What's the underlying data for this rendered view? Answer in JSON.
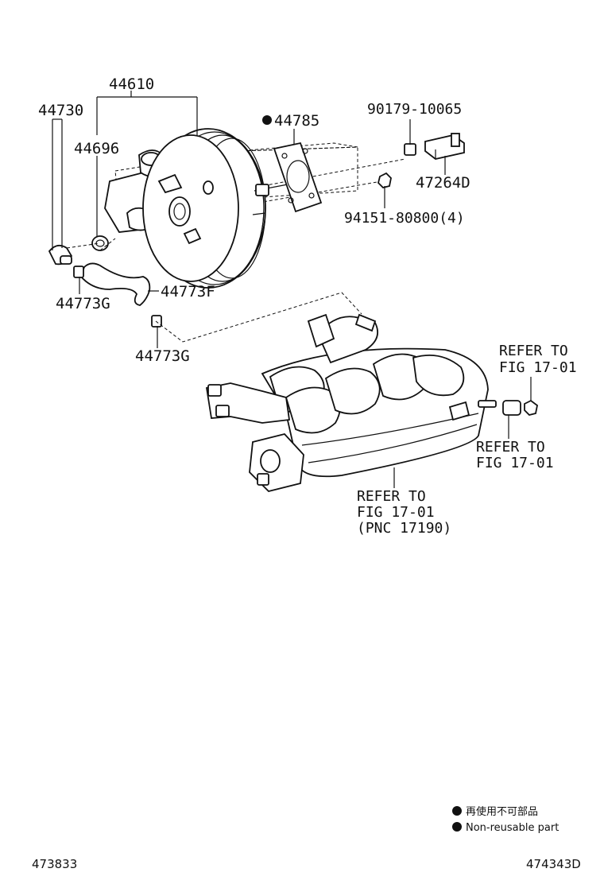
{
  "callouts": {
    "booster_assembly": "44610",
    "check_valve": "44730",
    "grommet": "44696",
    "gasket": "44785",
    "clip": "90179-10065",
    "bracket": "47264D",
    "nut": "94151-80800(4)",
    "union_upper": "44773G",
    "vacuum_hose": "44773F",
    "union_lower": "44773G",
    "refer_right_top": [
      "REFER TO",
      "FIG 17-01"
    ],
    "refer_right_mid": [
      "REFER TO",
      "FIG 17-01"
    ],
    "refer_manifold": [
      "REFER TO",
      "FIG 17-01",
      "(PNC 17190)"
    ]
  },
  "legend": {
    "non_reusable_jp": "再使用不可部品",
    "non_reusable_en": "Non-reusable part"
  },
  "codes": {
    "left": "473833",
    "right": "474343D"
  }
}
